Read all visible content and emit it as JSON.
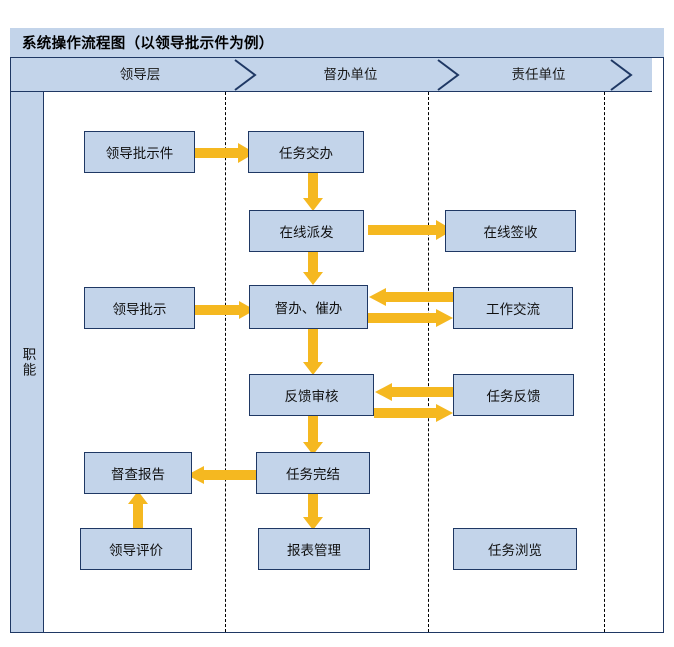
{
  "title": "系统操作流程图（以领导批示件为例）",
  "colors": {
    "band_fill": "#c3d4ea",
    "node_fill": "#c3d4ea",
    "border": "#1f3864",
    "arrow": "#f5b820",
    "divider": "#000000",
    "page_bg": "#ffffff"
  },
  "sidebar": {
    "label": "职能"
  },
  "lanes": [
    {
      "id": "lane-leader",
      "label": "领导层"
    },
    {
      "id": "lane-supervisor",
      "label": "督办单位"
    },
    {
      "id": "lane-responsible",
      "label": "责任单位"
    }
  ],
  "nodes": [
    {
      "id": "node-leader-instruction-doc",
      "label": "领导批示件",
      "lane": "lane-leader"
    },
    {
      "id": "node-task-assignment",
      "label": "任务交办",
      "lane": "lane-supervisor"
    },
    {
      "id": "node-online-dispatch",
      "label": "在线派发",
      "lane": "lane-supervisor"
    },
    {
      "id": "node-online-receipt",
      "label": "在线签收",
      "lane": "lane-responsible"
    },
    {
      "id": "node-leader-instruction",
      "label": "领导批示",
      "lane": "lane-leader"
    },
    {
      "id": "node-supervise-urge",
      "label": "督办、催办",
      "lane": "lane-supervisor"
    },
    {
      "id": "node-work-exchange",
      "label": "工作交流",
      "lane": "lane-responsible"
    },
    {
      "id": "node-feedback-review",
      "label": "反馈审核",
      "lane": "lane-supervisor"
    },
    {
      "id": "node-task-feedback",
      "label": "任务反馈",
      "lane": "lane-responsible"
    },
    {
      "id": "node-inspection-report",
      "label": "督查报告",
      "lane": "lane-leader"
    },
    {
      "id": "node-task-completion",
      "label": "任务完结",
      "lane": "lane-supervisor"
    },
    {
      "id": "node-leader-evaluation",
      "label": "领导评价",
      "lane": "lane-leader"
    },
    {
      "id": "node-report-management",
      "label": "报表管理",
      "lane": "lane-supervisor"
    },
    {
      "id": "node-task-browse",
      "label": "任务浏览",
      "lane": "lane-responsible"
    }
  ],
  "edges": [
    {
      "id": "edge-doc-to-assignment",
      "from": "node-leader-instruction-doc",
      "to": "node-task-assignment",
      "direction": "right"
    },
    {
      "id": "edge-assignment-to-dispatch",
      "from": "node-task-assignment",
      "to": "node-online-dispatch",
      "direction": "down"
    },
    {
      "id": "edge-dispatch-to-receipt",
      "from": "node-online-dispatch",
      "to": "node-online-receipt",
      "direction": "right"
    },
    {
      "id": "edge-dispatch-to-supervise",
      "from": "node-online-dispatch",
      "to": "node-supervise-urge",
      "direction": "down"
    },
    {
      "id": "edge-instruction-to-supervise",
      "from": "node-leader-instruction",
      "to": "node-supervise-urge",
      "direction": "right"
    },
    {
      "id": "edge-exchange-to-supervise",
      "from": "node-work-exchange",
      "to": "node-supervise-urge",
      "direction": "left"
    },
    {
      "id": "edge-supervise-to-exchange",
      "from": "node-supervise-urge",
      "to": "node-work-exchange",
      "direction": "right"
    },
    {
      "id": "edge-supervise-to-review",
      "from": "node-supervise-urge",
      "to": "node-feedback-review",
      "direction": "down"
    },
    {
      "id": "edge-feedback-to-review",
      "from": "node-task-feedback",
      "to": "node-feedback-review",
      "direction": "left"
    },
    {
      "id": "edge-review-to-feedback",
      "from": "node-feedback-review",
      "to": "node-task-feedback",
      "direction": "right"
    },
    {
      "id": "edge-review-to-completion",
      "from": "node-feedback-review",
      "to": "node-task-completion",
      "direction": "down"
    },
    {
      "id": "edge-completion-to-report",
      "from": "node-task-completion",
      "to": "node-inspection-report",
      "direction": "left"
    },
    {
      "id": "edge-completion-to-reportmgmt",
      "from": "node-task-completion",
      "to": "node-report-management",
      "direction": "down"
    },
    {
      "id": "edge-evaluation-to-report",
      "from": "node-leader-evaluation",
      "to": "node-inspection-report",
      "direction": "up"
    }
  ]
}
